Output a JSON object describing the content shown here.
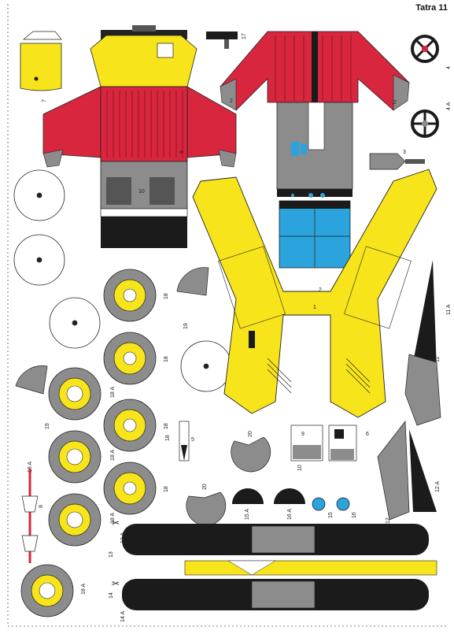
{
  "sheet": {
    "title": "Tatra 11",
    "colors": {
      "yellow": "#f7e41a",
      "red": "#d7263d",
      "gray": "#8c8c8c",
      "black": "#1b1b1b",
      "blue": "#2ba3dc",
      "white": "#ffffff"
    }
  },
  "part_labels": {
    "p1": "1",
    "p2": "2",
    "p3": "3",
    "p4": "4",
    "p4a": "4 A",
    "p5": "5",
    "p6": "6",
    "p7": "7",
    "p8": "8",
    "p9": "9",
    "p10": "10",
    "p11": "11",
    "p11a": "11 A",
    "p12": "12",
    "p12a": "12 A",
    "p13": "13",
    "p13a": "13 A",
    "p14": "14",
    "p14a": "14 A",
    "p15": "15",
    "p15a": "15 A",
    "p16": "16",
    "p16a": "16 A",
    "p17": "17",
    "p18": "18",
    "p18a": "18 A",
    "p19": "19",
    "p20": "20"
  },
  "icons": {
    "scissors": "scissors-icon",
    "spare_wheel": "spare-wheel-icon",
    "steering_wheel": "steering-wheel-icon"
  }
}
